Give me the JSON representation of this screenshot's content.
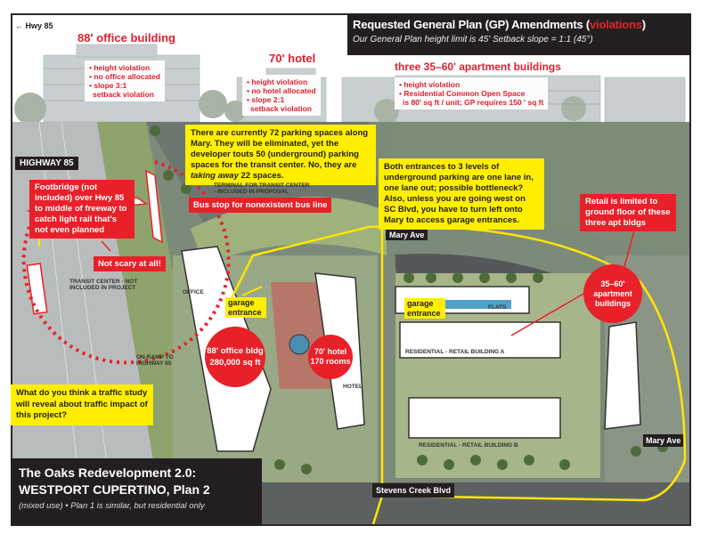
{
  "elevation": {
    "hwy_arrow": "← Hwy 85",
    "office_title": "88' office building",
    "office_bullets": [
      "• height violation",
      "• no office allocated",
      "• slope 3:1",
      "setback violation"
    ],
    "hotel_title": "70' hotel",
    "hotel_bullets": [
      "• height violation",
      "• no hotel allocated",
      "• slope 2:1",
      "setback violation"
    ],
    "apt_title": "three 35–60' apartment buildings",
    "apt_bullets": [
      "• height violation",
      "• Residential Common Open Space",
      "is 80' sq ft / unit; GP requires 150 ' sq ft"
    ]
  },
  "header": {
    "title_main": "Requested General Plan (GP) Amendments (",
    "title_violations": "violations",
    "title_close": ")",
    "subtitle": "Our General Plan height limit is 45'   Setback slope = 1:1 (45°)"
  },
  "map": {
    "highway_label": "HIGHWAY 85",
    "footbridge_note": "Footbridge (not included) over Hwy 85 to middle of freeway to catch light rail that's not even planned",
    "parking_note_a": "There are currently 72 parking spaces along Mary. They will be eliminated, yet the developer touts 50 (underground) parking spaces for the transit center. No, they are ",
    "parking_note_em": "taking away",
    "parking_note_b": " 22 spaces.",
    "terminal_label": "TERMINAL FOR TRANSIT CENTER - INCLUDED IN PROPOSAL",
    "bus_stop_note": "Bus stop for nonexistent bus line",
    "not_scary": "Not scary at all!",
    "transit_center_label": "TRANSIT CENTER - NOT INCLUDED IN PROJECT",
    "entrances_note": "Both entrances to 3 levels of underground parking are one lane in, one lane out; possible bottleneck? Also, unless you are going west on SC Blvd, you have to turn left onto Mary to access garage entrances.",
    "retail_note": "Retail is limited to ground floor of these three apt bldgs",
    "mary_ave_top": "Mary Ave",
    "mary_ave_right": "Mary Ave",
    "stevens_creek": "Stevens Creek Blvd",
    "apt_circle": "35–60' apartment buildings",
    "garage_entrance_1": "garage entrance",
    "garage_entrance_2": "garage entrance",
    "office_label": "OFFICE",
    "office_circle_1": "88' office bldg",
    "office_circle_2": "280,000 sq ft",
    "hotel_circle_1": "70' hotel",
    "hotel_circle_2": "170 rooms",
    "hotel_label": "HOTEL",
    "onramp_label": "ON-RAMP TO HIGHWAY 85",
    "flats_label": "FLATS",
    "bldg_a_label": "RESIDENTIAL - RETAIL BUILDING A",
    "bldg_b_label": "RESIDENTIAL - RETAIL BUILDING B",
    "traffic_note": "What do you think a traffic study will reveal about traffic impact of this project?"
  },
  "footer": {
    "title1": "The Oaks Redevelopment 2.0:",
    "title2": "WESTPORT CUPERTINO, Plan 2",
    "subtitle": "(mixed use) • Plan 1 is similar, but residential only"
  },
  "colors": {
    "accent_red": "#e8202a",
    "highlight_yellow": "#ffee00",
    "label_black": "#231f20"
  }
}
